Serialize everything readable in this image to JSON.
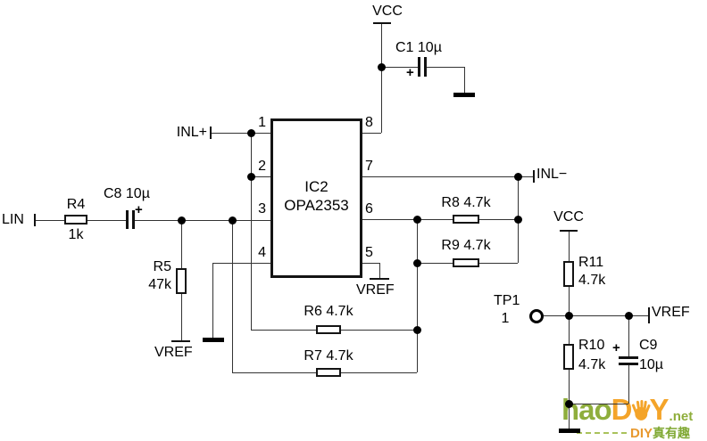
{
  "ic": {
    "ref": "IC2",
    "part": "OPA2353",
    "pins_left": [
      "1",
      "2",
      "3",
      "4"
    ],
    "pins_right": [
      "8",
      "7",
      "6",
      "5"
    ]
  },
  "labels": {
    "vcc_top": "VCC",
    "vcc_right": "VCC",
    "lin": "LIN",
    "inl_plus": "INL+",
    "inl_minus": "INL−",
    "vref_r5": "VREF",
    "vref_pin5": "VREF",
    "vref_right": "VREF",
    "tp1_ref": "TP1",
    "tp1_pin": "1"
  },
  "resistors": {
    "r4_ref": "R4",
    "r4_val": "1k",
    "r5_ref": "R5",
    "r5_val": "47k",
    "r6": "R6 4.7k",
    "r7": "R7 4.7k",
    "r8": "R8 4.7k",
    "r9": "R9 4.7k",
    "r10_ref": "R10",
    "r10_val": "4.7k",
    "r11_ref": "R11",
    "r11_val": "4.7k"
  },
  "capacitors": {
    "c1": "C1 10µ",
    "c8": "C8 10µ",
    "c9_ref": "C9",
    "c9_val": "10µ",
    "plus": "+"
  },
  "watermark": {
    "hao": "hao",
    "d": "D",
    "y": "Y",
    "net": ".net",
    "diy": "DIY",
    "tagline": "真有趣",
    "green": "#8FAE3C",
    "orange": "#F4A429"
  }
}
